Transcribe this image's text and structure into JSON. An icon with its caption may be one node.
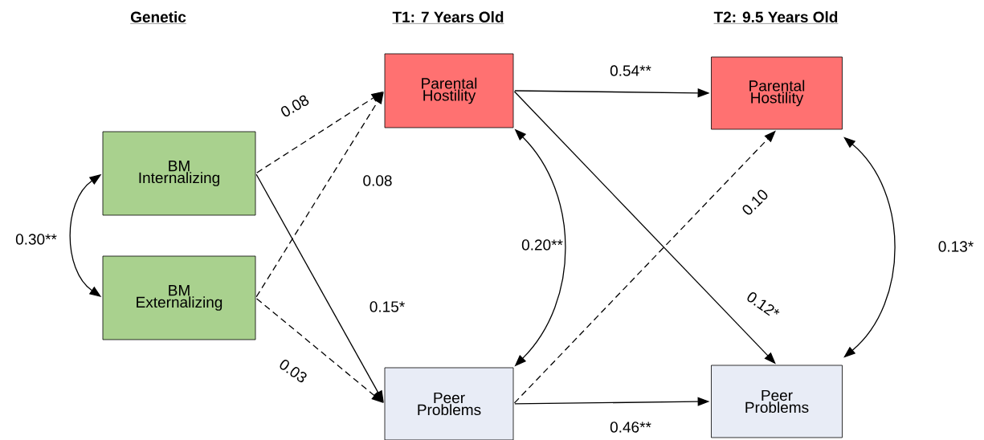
{
  "diagram": {
    "nodes": [
      {
        "text": [
          "BM Internalizing"
        ]
      },
      {
        "text": [
          "BM Externalizing"
        ]
      },
      {
        "text": [
          "Parental Hostility"
        ]
      },
      {
        "text": [
          "Peer Problems"
        ]
      },
      {
        "text": [
          "Parental Hostility"
        ]
      },
      {
        "text": [
          "Peer Problems"
        ]
      }
    ],
    "edges": [
      {
        "from": 0,
        "to": 2,
        "arrow": "to",
        "style": "dashed",
        "label": "0.08"
      },
      {
        "from": 1,
        "to": 2,
        "arrow": "to",
        "style": "dashed",
        "label": "0.08"
      },
      {
        "from": 0,
        "to": 3,
        "arrow": "to",
        "label": "0.15*"
      },
      {
        "from": 1,
        "to": 3,
        "arrow": "to",
        "style": "dashed",
        "label": "0.03"
      },
      {
        "from": 0,
        "to": 1,
        "arrow": "both",
        "label": "0.30**"
      },
      {
        "from": 2,
        "to": 4,
        "arrow": "to",
        "label": "0.54**"
      },
      {
        "from": 2,
        "to": 5,
        "arrow": "to",
        "label": "0.12*"
      },
      {
        "from": 3,
        "to": 4,
        "arrow": "to",
        "style": "dashed",
        "label": "0.10"
      },
      {
        "from": 2,
        "to": 3,
        "arrow": "both",
        "label": "0.20**"
      },
      {
        "from": 4,
        "to": 5,
        "arrow": "both",
        "label": "0.13*"
      },
      {
        "from": 3,
        "to": 5,
        "arrow": "to",
        "label": "0.46**"
      }
    ],
    "labels": [
      "Genetic",
      "T1: 7 Years Old",
      "T2: 9.5 Years Old"
    ]
  }
}
